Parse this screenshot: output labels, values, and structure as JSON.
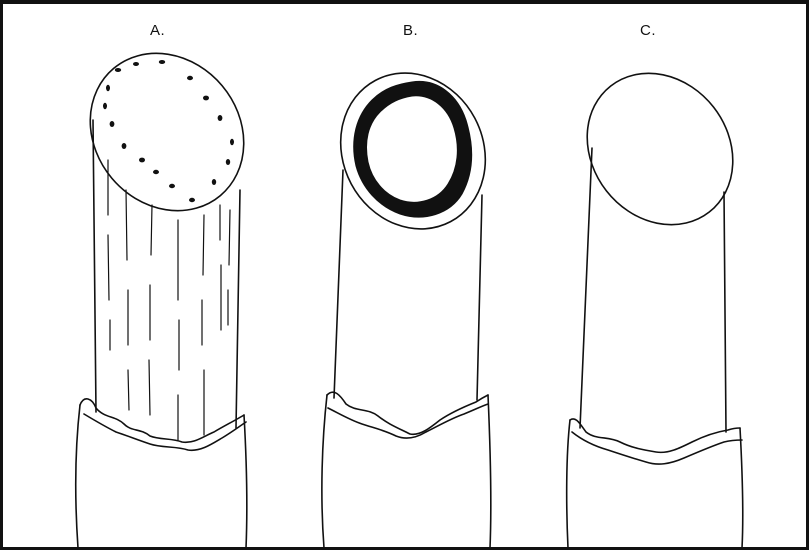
{
  "panels": [
    {
      "label": "A.",
      "variant": "dotted-bundles-ridged"
    },
    {
      "label": "B.",
      "variant": "ring"
    },
    {
      "label": "C.",
      "variant": "plain"
    }
  ],
  "colors": {
    "ink": "#111111",
    "background": "#ffffff"
  }
}
